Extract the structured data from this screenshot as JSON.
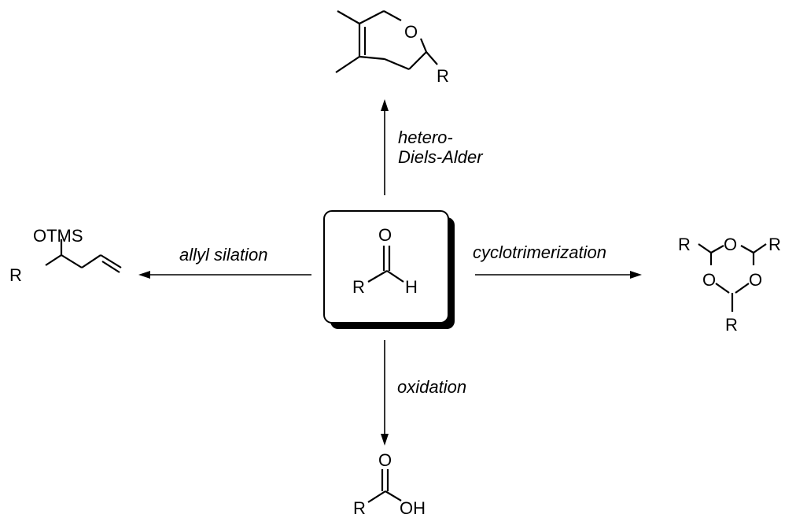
{
  "center": {
    "carbonyl_o": "O",
    "r": "R",
    "h": "H"
  },
  "top": {
    "label_line1": "hetero-",
    "label_line2": "Diels-Alder",
    "product": {
      "o": "O",
      "r": "R"
    }
  },
  "left": {
    "label": "allyl silation",
    "product": {
      "otms": "OTMS",
      "r": "R"
    }
  },
  "right": {
    "label": "cyclotrimerization",
    "product": {
      "r1": "R",
      "r2": "R",
      "r3": "R",
      "o1": "O",
      "o2": "O",
      "o3": "O"
    }
  },
  "bottom": {
    "label": "oxidation",
    "product": {
      "o": "O",
      "r": "R",
      "oh": "OH"
    }
  }
}
